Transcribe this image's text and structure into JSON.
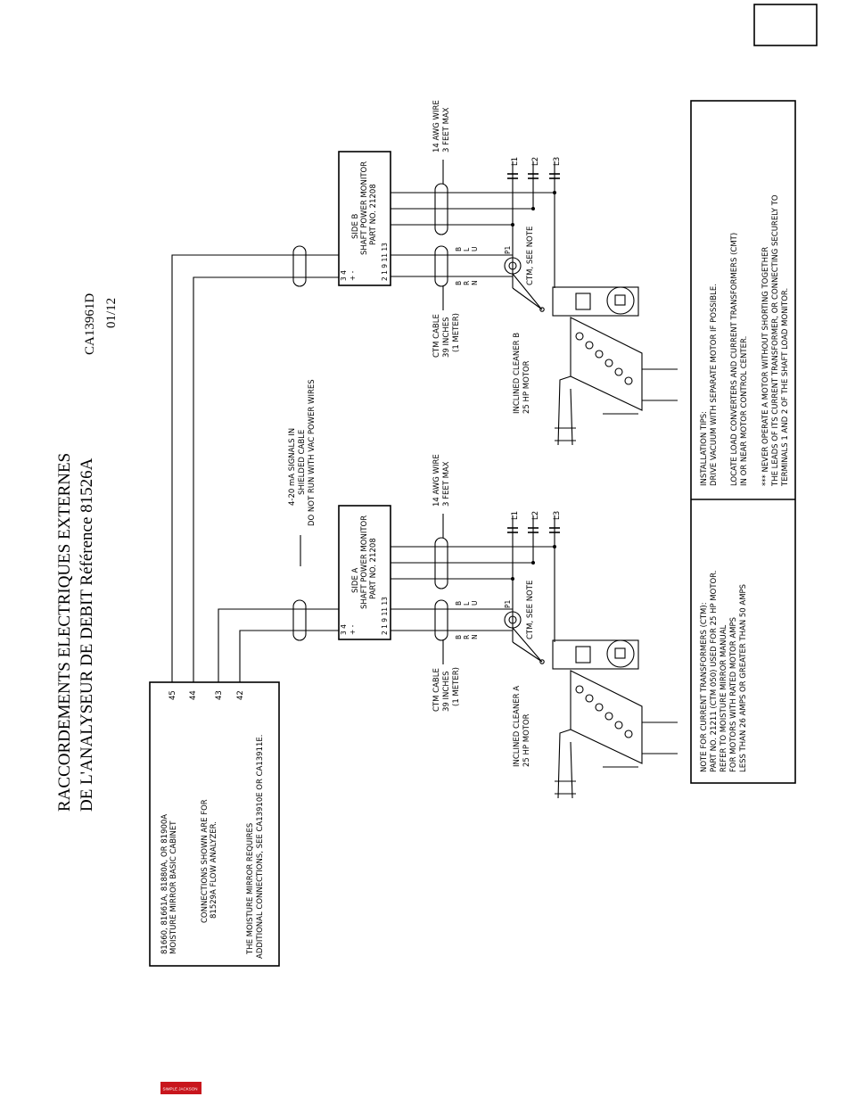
{
  "title_line1": "RACCORDEMENTS ELECTRIQUES EXTERNES",
  "title_line2": "DE L'ANALYSEUR DE DEBIT Référence 81526A",
  "doc_number": "CA13961D",
  "doc_date": "01/12",
  "cabinet": {
    "line1": "81660, 81661A, 81880A, OR 81900A",
    "line2": "MOISTURE MIRROR BASIC CABINET",
    "line3": "CONNECTIONS SHOWN ARE FOR",
    "line4": "81529A FLOW ANALYZER.",
    "line5": "THE MOISTURE MIRROR REQUIRES",
    "line6": "ADDITIONAL CONNECTIONS, SEE CA13910E OR CA13911E.",
    "terminals": [
      "45",
      "44",
      "43",
      "42"
    ]
  },
  "signal_note": {
    "line1": "4-20 mA SIGNALS IN",
    "line2": "SHIELDED CABLE",
    "line3": "DO NOT RUN WITH VAC POWER WIRES"
  },
  "monitors": [
    {
      "side": "SIDE A",
      "name": "SHAFT POWER MONITOR",
      "part": "PART NO. 21208",
      "terms_top": "3    4",
      "terms_pm": "+    -",
      "terms_bottom": "2    1         9   11  13",
      "wire_label1": "14 AWG WIRE",
      "wire_label2": "3 FEET MAX",
      "lines": [
        "L1",
        "L2",
        "L3"
      ],
      "colors": [
        "B",
        "L",
        "U",
        "B",
        "R",
        "N"
      ],
      "p1": "P1",
      "ctm_note": "CTM, SEE NOTE",
      "cable1": "CTM CABLE",
      "cable2": "39 INCHES",
      "cable3": "(1 METER)",
      "cleaner1": "INCLINED CLEANER A",
      "cleaner2": "25 HP MOTOR"
    },
    {
      "side": "SIDE B",
      "name": "SHAFT POWER MONITOR",
      "part": "PART NO. 21208",
      "terms_top": "3    4",
      "terms_pm": "+    -",
      "terms_bottom": "2    1         9   11  13",
      "wire_label1": "14 AWG WIRE",
      "wire_label2": "3 FEET MAX",
      "lines": [
        "L1",
        "L2",
        "L3"
      ],
      "colors": [
        "B",
        "L",
        "U",
        "B",
        "R",
        "N"
      ],
      "p1": "P1",
      "ctm_note": "CTM, SEE NOTE",
      "cable1": "CTM CABLE",
      "cable2": "39 INCHES",
      "cable3": "(1 METER)",
      "cleaner1": "INCLINED CLEANER B",
      "cleaner2": "25 HP MOTOR"
    }
  ],
  "note_ctm": {
    "line1": "NOTE FOR CURRENT TRANSFORMERS (CTM):",
    "line2": "PART NO. 21211 (CTM 050) USED FOR 25 HP MOTOR.",
    "line3": "REFER TO MOISTURE MIRROR MANUAL",
    "line4": "FOR MOTORS WITH RATED MOTOR AMPS",
    "line5": "LESS THAN 26 AMPS OR GREATER THAN 50 AMPS"
  },
  "install_tips": {
    "line1": "INSTALLATION TIPS:",
    "line2": "DRIVE VACUUM WITH SEPARATE MOTOR IF POSSIBLE.",
    "line3": "LOCATE LOAD CONVERTERS AND CURRENT TRANSFORMERS (CMT)",
    "line4": "IN OR NEAR MOTOR CONTROL CENTER.",
    "line5": "*** NEVER OPERATE A MOTOR WITHOUT SHORTING TOGETHER",
    "line6": "THE LEADS OF ITS CURRENT TRANSFORMER, OR CONNECTING SECURELY TO",
    "line7": "TERMINALS 1 AND 2 OF THE SHAFT LOAD MONITOR."
  },
  "logo_text": "SIMPLE JACKSON"
}
